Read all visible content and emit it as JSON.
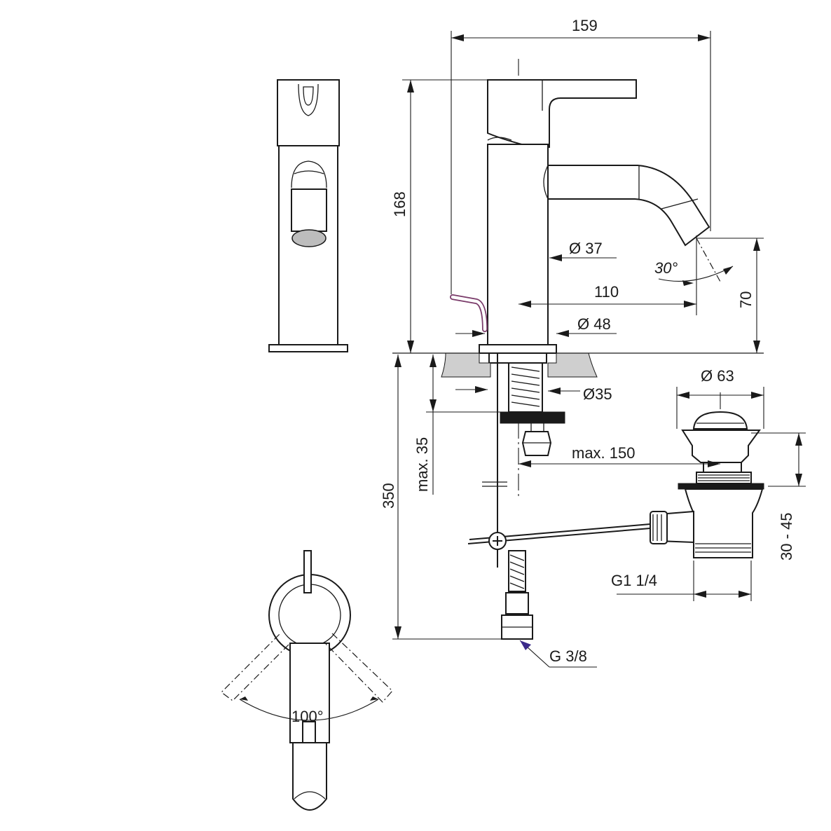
{
  "dimensions": {
    "overall_length": "159",
    "overall_height": "168",
    "body_diameter": "Ø 37",
    "spout_reach": "110",
    "spout_angle": "30°",
    "spout_height": "70",
    "base_diameter": "Ø 48",
    "hole_diameter": "Ø35",
    "deck_thickness": "max. 35",
    "under_length": "350",
    "rod_length": "max. 150",
    "waste_diameter": "Ø 63",
    "waste_adjust": "30 - 45",
    "waste_thread": "G1 1/4",
    "supply_thread": "G 3/8",
    "lever_angle": "100°"
  },
  "colors": {
    "line": "#1a1a1a",
    "countertop": "#cfcfcf",
    "pop_up_rod": "#7a3b6a",
    "aerator": "#bdbdbd"
  }
}
